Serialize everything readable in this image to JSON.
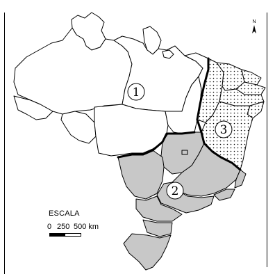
{
  "map": {
    "scale": {
      "title": "ESCALA",
      "ticks": [
        "0",
        "250",
        "500 km"
      ]
    },
    "north_arrow": {
      "label": "N"
    },
    "regions": [
      {
        "id": "1",
        "label": "1",
        "pattern": "white"
      },
      {
        "id": "2",
        "label": "2",
        "pattern": "gray"
      },
      {
        "id": "3",
        "label": "3",
        "pattern": "dotted"
      }
    ],
    "colors": {
      "gray_fill": "#c8c8c8",
      "border": "#000000",
      "background": "#ffffff"
    },
    "icons": [
      "north-arrow-icon",
      "scale-bar-icon"
    ]
  }
}
